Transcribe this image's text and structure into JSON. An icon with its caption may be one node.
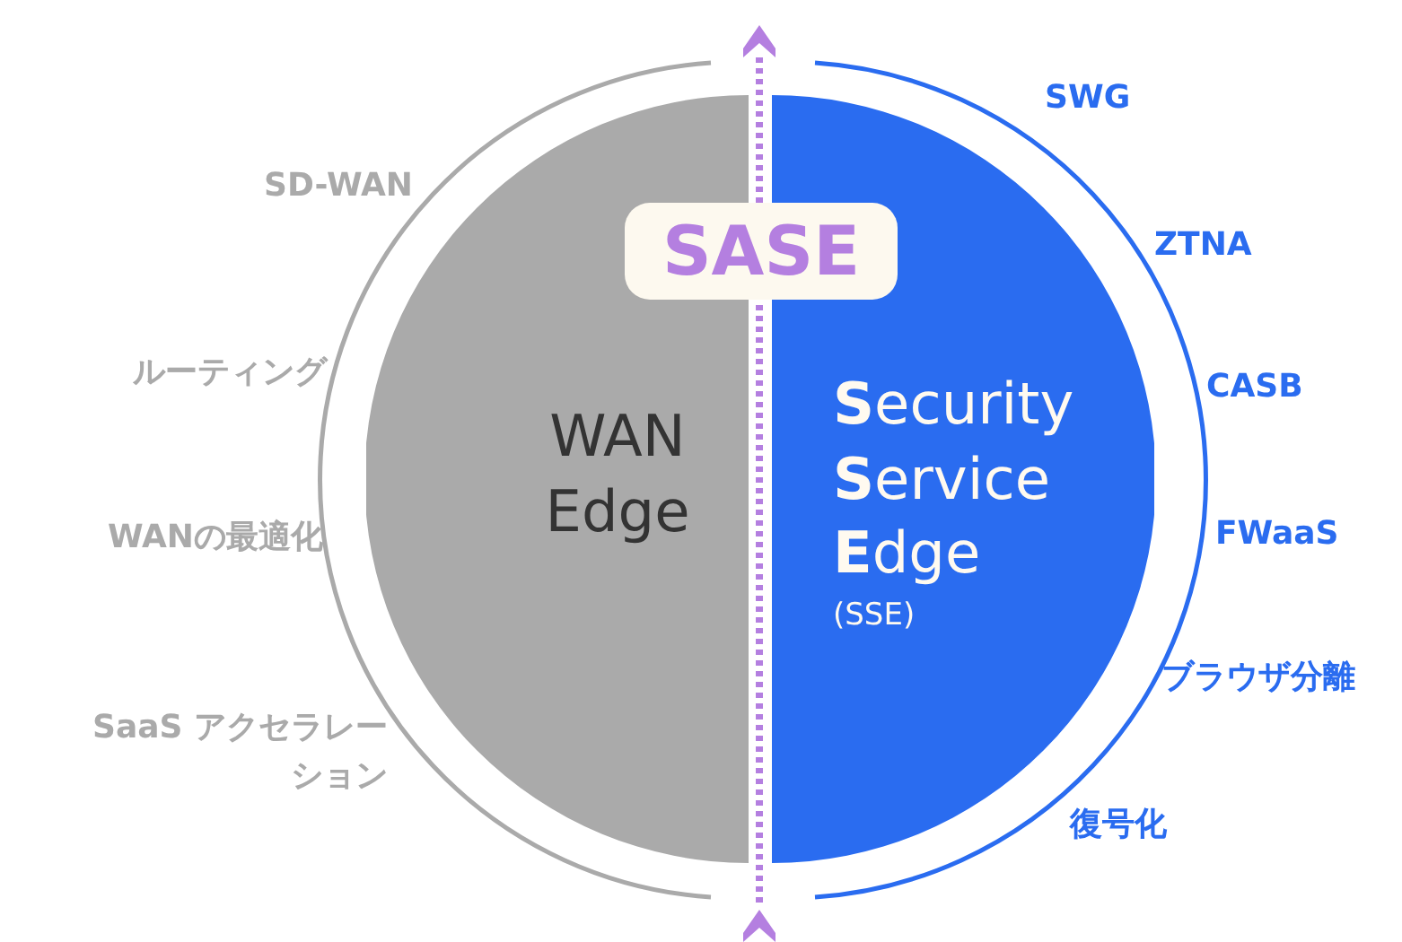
{
  "diagram": {
    "nodes": [
      {
        "text": [
          "WAN Edge"
        ]
      },
      {
        "text": [
          "**S**ecurity **S**ervice **E**dge",
          "(SSE)"
        ]
      },
      {
        "text": [
          "SASE"
        ]
      }
    ],
    "labels": [
      "SD-WAN",
      "ルーティング",
      "WANの最適化",
      "SaaS アクセラレーション",
      "SWG",
      "ZTNA",
      "CASB",
      "FWaaS",
      "ブラウザ分離",
      "復号化"
    ]
  }
}
